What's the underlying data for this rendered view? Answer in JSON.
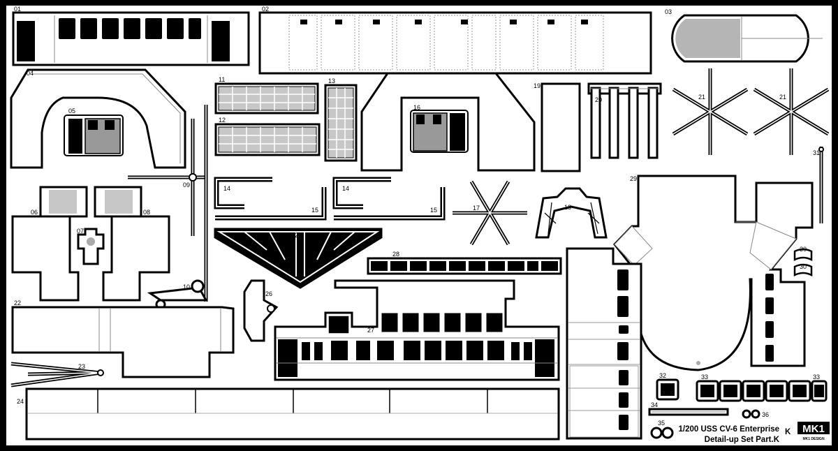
{
  "sheet": {
    "title_line1": "1/200 USS CV-6 Enterprise",
    "title_line2": "Detail-up Set Part.K",
    "set_letter": "K",
    "brand_main": "MK1",
    "brand_sub": "MK1 DESIGN"
  },
  "part_numbers": {
    "p01": "01",
    "p02": "02",
    "p03": "03",
    "p04": "04",
    "p05": "05",
    "p06": "06",
    "p07": "07",
    "p08": "08",
    "p09": "09",
    "p10": "10",
    "p11": "11",
    "p12": "12",
    "p13": "13",
    "p14a": "14",
    "p14b": "14",
    "p15a": "15",
    "p15b": "15",
    "p16": "16",
    "p17": "17",
    "p18": "18",
    "p19": "19",
    "p20": "20",
    "p21a": "21",
    "p21b": "21",
    "p22": "22",
    "p23": "23",
    "p24": "24",
    "p25": "25",
    "p26": "26",
    "p27": "27",
    "p28": "28",
    "p29": "29",
    "p30a": "30",
    "p30b": "30",
    "p31": "31",
    "p32": "32",
    "p33a": "33",
    "p33b": "33",
    "p34": "34",
    "p35": "35",
    "p36": "36"
  },
  "colors": {
    "frame": "#000000",
    "sheet": "#ffffff",
    "etch": "#000000",
    "plate": "#ffffff",
    "grey": "#9a9a9a"
  }
}
